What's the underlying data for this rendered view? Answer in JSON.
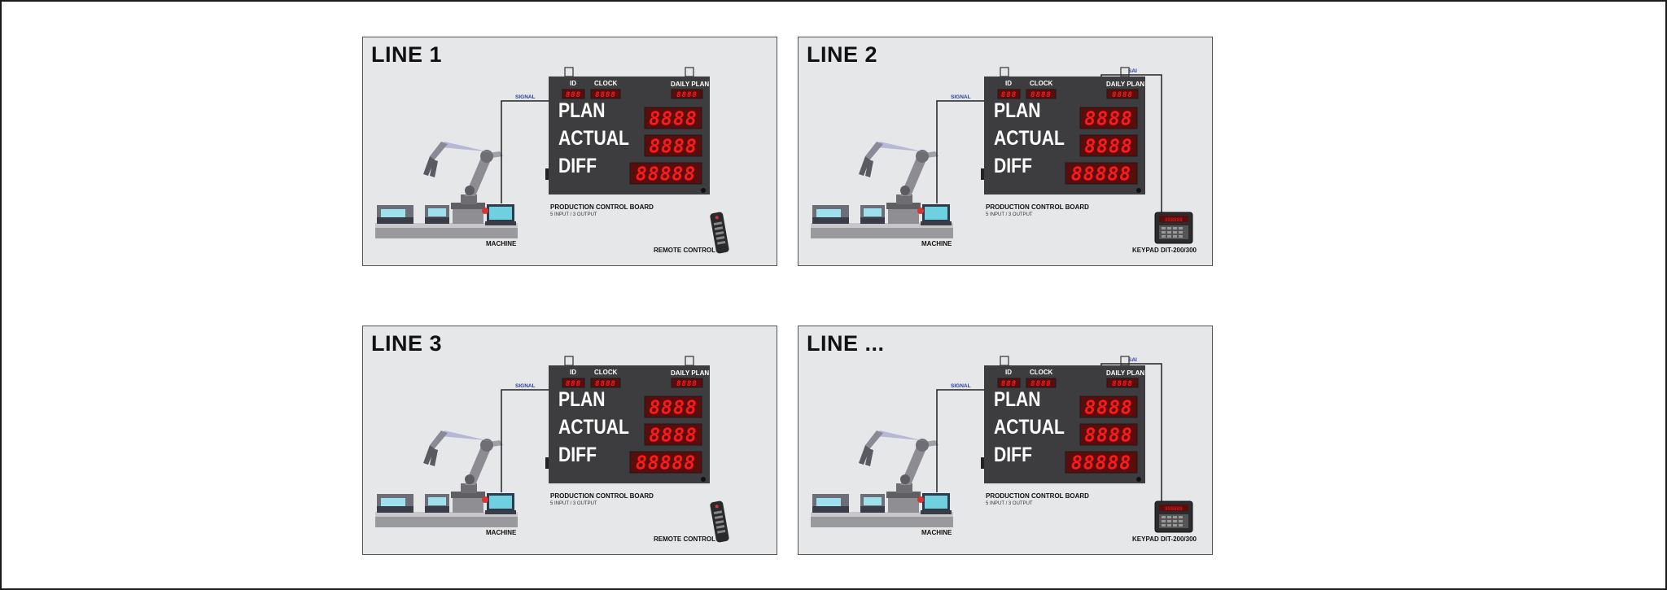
{
  "board_labels": {
    "id": "ID",
    "clock": "CLOCK",
    "daily_plan": "DAILY PLAN",
    "plan": "PLAN",
    "actual": "ACTUAL",
    "diff": "DIFF",
    "board_name": "PRODUCTION CONTROL BOARD",
    "board_io": "5 INPUT / 3 OUTPUT",
    "signal": "SIGNAL",
    "sai": "SAI",
    "machine": "MACHINE",
    "remote": "REMOTE CONTROL",
    "keypad": "KEYPAD DIT-200/300"
  },
  "digits": {
    "id": "888",
    "clock": "8888",
    "daily_plan": "8888",
    "plan": "8888",
    "actual": "8888",
    "diff": "88888"
  },
  "colors": {
    "panel_bg": "#e6e7e9",
    "board": "#3d3d3f",
    "led": "#ff1a1a",
    "led_bg": "#5a0d0d",
    "signal_text": "#2c3e9e"
  },
  "panels": [
    {
      "title": "LINE 1",
      "accessory": "remote"
    },
    {
      "title": "LINE 2",
      "accessory": "keypad"
    },
    {
      "title": "LINE 3",
      "accessory": "remote"
    },
    {
      "title": "LINE ...",
      "accessory": "keypad"
    }
  ]
}
